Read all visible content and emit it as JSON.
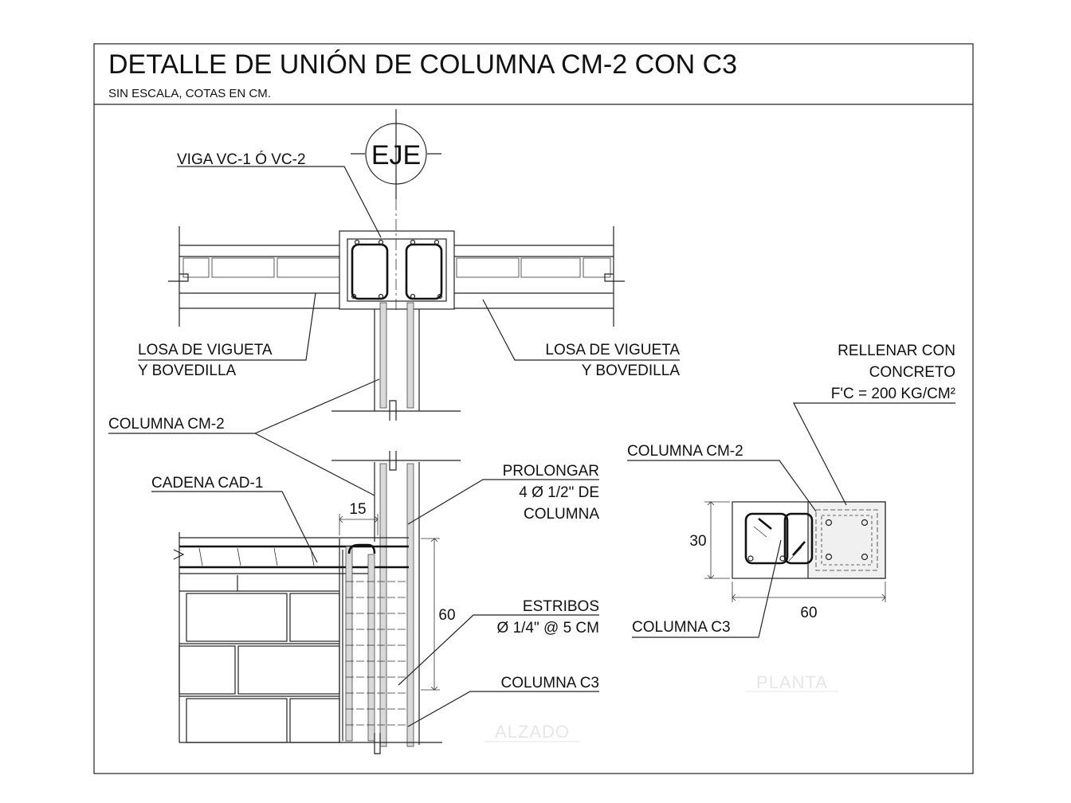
{
  "title": "DETALLE DE UNIÓN DE COLUMNA CM-2 CON C3",
  "subtitle": "SIN ESCALA, COTAS EN CM.",
  "axis_marker": "EJE",
  "elevation": {
    "view_label": "ALZADO",
    "labels": {
      "viga": "VIGA VC-1 Ó VC-2",
      "losa_left_1": "LOSA DE VIGUETA",
      "losa_left_2": "Y BOVEDILLA",
      "losa_right_1": "LOSA DE VIGUETA",
      "losa_right_2": "Y BOVEDILLA",
      "columna_cm2": "COLUMNA CM-2",
      "cadena": "CADENA CAD-1",
      "prolongar_1": "PROLONGAR",
      "prolongar_2": "4 Ø 1/2\" DE",
      "prolongar_3": "COLUMNA",
      "estribos_1": "ESTRIBOS",
      "estribos_2": "Ø 1/4\" @ 5 CM",
      "columna_c3": "COLUMNA C3"
    },
    "dimensions": {
      "width": "15",
      "height": "60"
    }
  },
  "plan": {
    "view_label": "PLANTA",
    "labels": {
      "rellenar_1": "RELLENAR CON",
      "rellenar_2": "CONCRETO",
      "rellenar_3": "F'C = 200 KG/CM²",
      "columna_cm2": "COLUMNA CM-2",
      "columna_c3": "COLUMNA C3"
    },
    "dimensions": {
      "height": "30",
      "width": "60"
    }
  }
}
